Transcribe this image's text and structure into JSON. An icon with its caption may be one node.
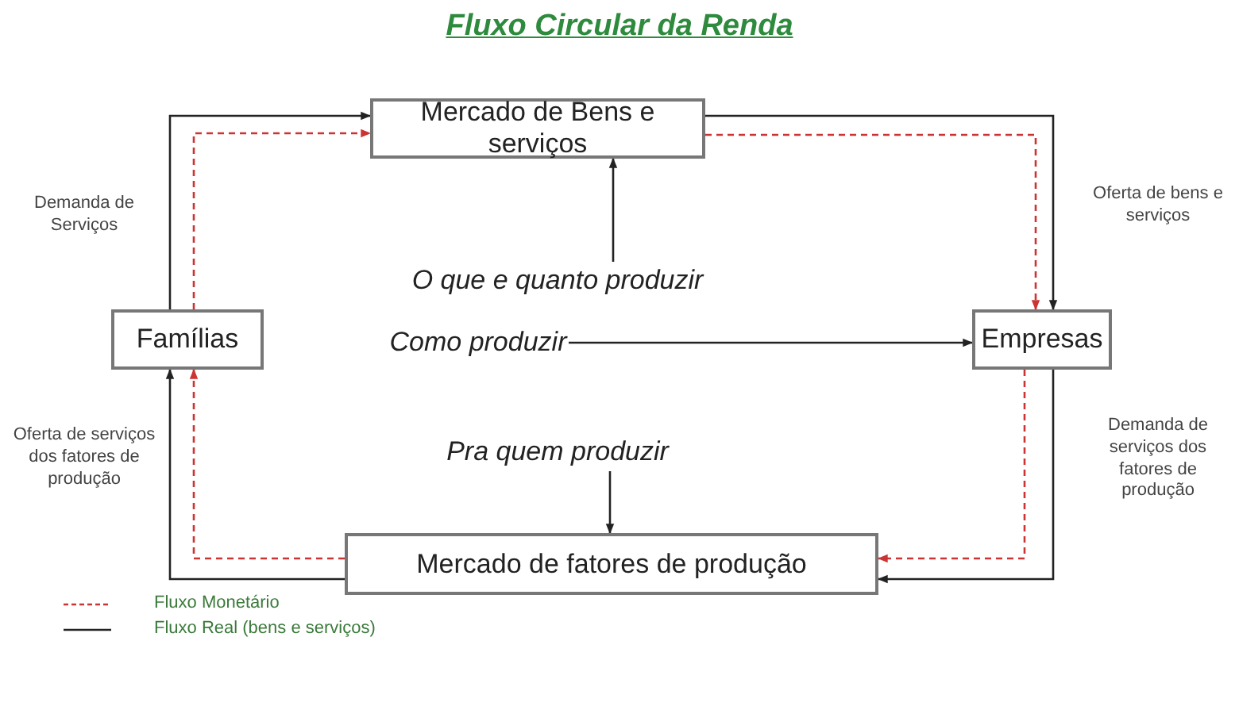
{
  "diagram": {
    "title": "Fluxo Circular da Renda",
    "nodes": [
      {
        "text": [
          "Mercado de Bens e serviços"
        ]
      },
      {
        "text": [
          "Famílias"
        ]
      },
      {
        "text": [
          "Empresas"
        ]
      },
      {
        "text": [
          "Mercado de fatores de produção"
        ]
      },
      {
        "text": [
          "O que e quanto produzir"
        ]
      },
      {
        "text": [
          "Como produzir"
        ]
      },
      {
        "text": [
          "Pra quem produzir"
        ]
      }
    ],
    "edges": [
      {
        "from": 1,
        "to": 0,
        "arrow": "to"
      },
      {
        "from": 1,
        "to": 0,
        "arrow": "to",
        "style": "dashed",
        "color": "#cc3333"
      },
      {
        "from": 0,
        "to": 2,
        "arrow": "to"
      },
      {
        "from": 0,
        "to": 2,
        "arrow": "to",
        "style": "dashed",
        "color": "#cc3333"
      },
      {
        "from": 2,
        "to": 3,
        "arrow": "to",
        "style": "dashed",
        "color": "#cc3333"
      },
      {
        "from": 2,
        "to": 3,
        "arrow": "to"
      },
      {
        "from": 3,
        "to": 1,
        "arrow": "to",
        "style": "dashed",
        "color": "#cc3333"
      },
      {
        "from": 3,
        "to": 1,
        "arrow": "to"
      },
      {
        "from": 4,
        "to": 0,
        "arrow": "to"
      },
      {
        "from": 5,
        "to": 2,
        "arrow": "to"
      },
      {
        "from": 6,
        "to": 3,
        "arrow": "to"
      }
    ],
    "labels": [
      "Demanda de Serviços",
      "Oferta de bens e serviços",
      "Oferta de serviços dos fatores de produção",
      "Demanda de serviços dos fatores de produção"
    ],
    "legend": [
      {
        "text": "Fluxo Monetário"
      },
      {
        "text": "Fluxo Real (bens e serviços)"
      }
    ]
  }
}
